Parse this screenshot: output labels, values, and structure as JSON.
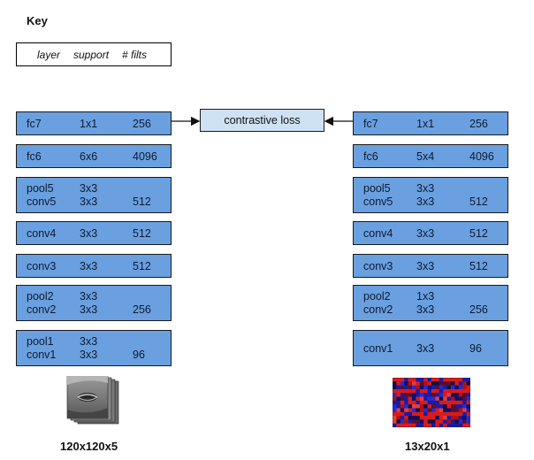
{
  "key": {
    "title": "Key",
    "columns": [
      "layer",
      "support",
      "# filts"
    ]
  },
  "loss_label": "contrastive loss",
  "left_stack": {
    "input_label": "120x120x5",
    "layers": [
      {
        "rows": [
          {
            "layer": "fc7",
            "support": "1x1",
            "filts": "256"
          }
        ]
      },
      {
        "rows": [
          {
            "layer": "fc6",
            "support": "6x6",
            "filts": "4096"
          }
        ]
      },
      {
        "rows": [
          {
            "layer": "pool5",
            "support": "3x3",
            "filts": ""
          },
          {
            "layer": "conv5",
            "support": "3x3",
            "filts": "512"
          }
        ]
      },
      {
        "rows": [
          {
            "layer": "conv4",
            "support": "3x3",
            "filts": "512"
          }
        ]
      },
      {
        "rows": [
          {
            "layer": "conv3",
            "support": "3x3",
            "filts": "512"
          }
        ]
      },
      {
        "rows": [
          {
            "layer": "pool2",
            "support": "3x3",
            "filts": ""
          },
          {
            "layer": "conv2",
            "support": "3x3",
            "filts": "256"
          }
        ]
      },
      {
        "rows": [
          {
            "layer": "pool1",
            "support": "3x3",
            "filts": ""
          },
          {
            "layer": "conv1",
            "support": "3x3",
            "filts": "96"
          }
        ]
      }
    ]
  },
  "right_stack": {
    "input_label": "13x20x1",
    "layers": [
      {
        "rows": [
          {
            "layer": "fc7",
            "support": "1x1",
            "filts": "256"
          }
        ]
      },
      {
        "rows": [
          {
            "layer": "fc6",
            "support": "5x4",
            "filts": "4096"
          }
        ]
      },
      {
        "rows": [
          {
            "layer": "pool5",
            "support": "3x3",
            "filts": ""
          },
          {
            "layer": "conv5",
            "support": "3x3",
            "filts": "512"
          }
        ]
      },
      {
        "rows": [
          {
            "layer": "conv4",
            "support": "3x3",
            "filts": "512"
          }
        ]
      },
      {
        "rows": [
          {
            "layer": "conv3",
            "support": "3x3",
            "filts": "512"
          }
        ]
      },
      {
        "rows": [
          {
            "layer": "pool2",
            "support": "1x3",
            "filts": ""
          },
          {
            "layer": "conv2",
            "support": "3x3",
            "filts": "256"
          }
        ]
      },
      {
        "rows": [
          {
            "layer": "conv1",
            "support": "3x3",
            "filts": "96"
          }
        ]
      }
    ]
  }
}
